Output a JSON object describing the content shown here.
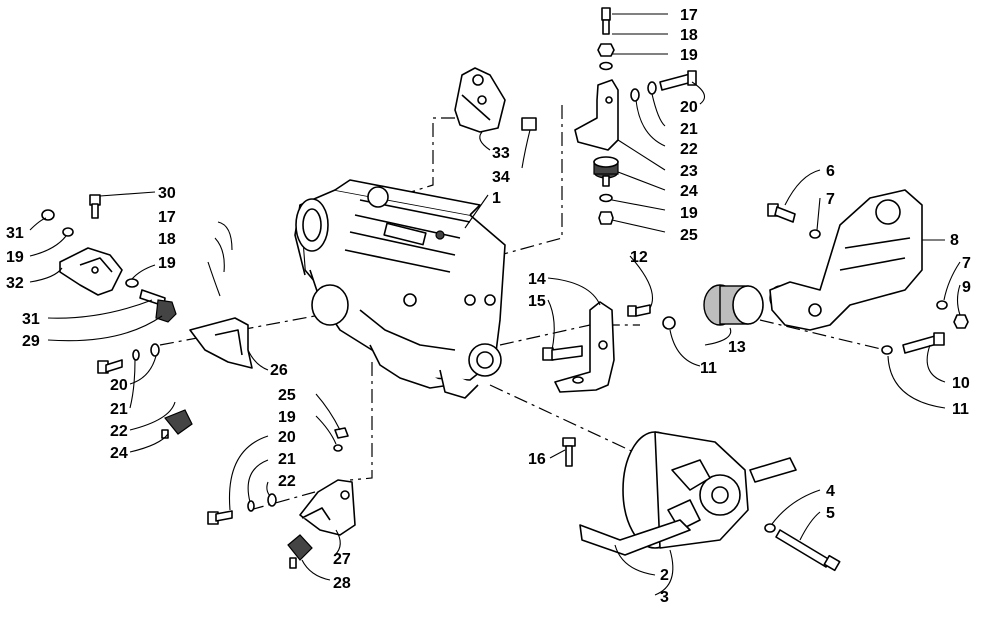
{
  "diagram": {
    "line_color": "#000000",
    "background": "#ffffff",
    "callouts": [
      "17",
      "18",
      "19",
      "20",
      "21",
      "22",
      "23",
      "24",
      "19",
      "25",
      "33",
      "34",
      "1",
      "30",
      "17",
      "18",
      "19",
      "31",
      "19",
      "32",
      "31",
      "29",
      "20",
      "21",
      "22",
      "24",
      "26",
      "25",
      "19",
      "20",
      "21",
      "22",
      "27",
      "28",
      "6",
      "7",
      "8",
      "7",
      "9",
      "12",
      "14",
      "15",
      "13",
      "11",
      "10",
      "11",
      "16",
      "4",
      "5",
      "2",
      "3"
    ]
  }
}
